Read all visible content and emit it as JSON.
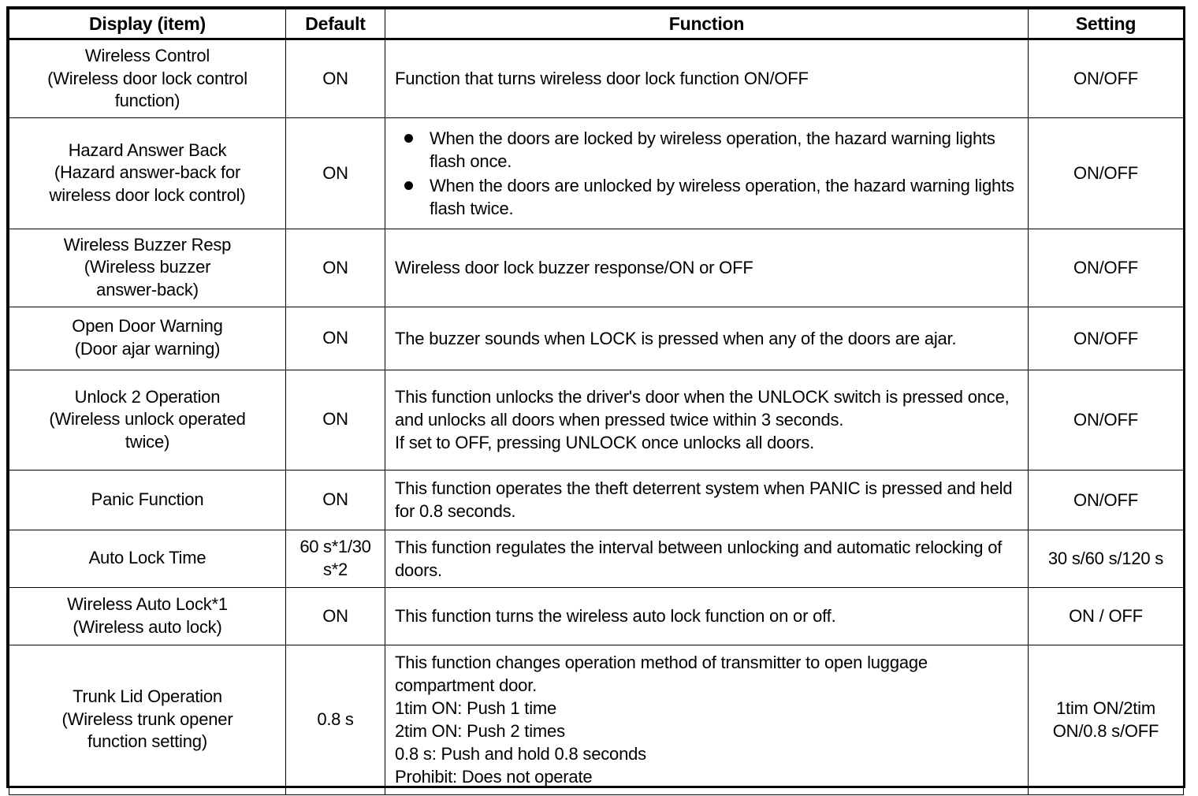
{
  "table": {
    "columns": [
      {
        "key": "display",
        "header": "Display (item)"
      },
      {
        "key": "default",
        "header": "Default"
      },
      {
        "key": "function",
        "header": "Function"
      },
      {
        "key": "setting",
        "header": "Setting"
      }
    ],
    "rows": [
      {
        "display_lines": [
          "Wireless Control",
          "(Wireless door lock control",
          "function)"
        ],
        "default_lines": [
          "ON"
        ],
        "function_lines": [
          "Function that turns wireless door lock function ON/OFF"
        ],
        "function_bullets": [],
        "setting_lines": [
          "ON/OFF"
        ]
      },
      {
        "display_lines": [
          "Hazard Answer Back",
          "(Hazard answer-back for",
          "wireless door lock control)"
        ],
        "default_lines": [
          "ON"
        ],
        "function_lines": [],
        "function_bullets": [
          "When the doors are locked by wireless operation, the hazard warning lights flash once.",
          "When the doors are unlocked by wireless operation, the hazard warning lights flash twice."
        ],
        "setting_lines": [
          "ON/OFF"
        ]
      },
      {
        "display_lines": [
          "Wireless Buzzer Resp",
          "(Wireless buzzer",
          "answer-back)"
        ],
        "default_lines": [
          "ON"
        ],
        "function_lines": [
          "Wireless door lock buzzer response/ON or OFF"
        ],
        "function_bullets": [],
        "setting_lines": [
          "ON/OFF"
        ]
      },
      {
        "display_lines": [
          "Open Door Warning",
          "(Door ajar warning)"
        ],
        "default_lines": [
          "ON"
        ],
        "function_lines": [
          "The buzzer sounds when LOCK is pressed when any of the doors are ajar."
        ],
        "function_bullets": [],
        "setting_lines": [
          "ON/OFF"
        ]
      },
      {
        "display_lines": [
          "Unlock 2 Operation",
          "(Wireless unlock operated",
          "twice)"
        ],
        "default_lines": [
          "ON"
        ],
        "function_lines": [
          "This function unlocks the driver's door when the UNLOCK switch is pressed once, and unlocks all doors when pressed twice within 3 seconds.",
          "If set to OFF, pressing UNLOCK once unlocks all doors."
        ],
        "function_bullets": [],
        "setting_lines": [
          "ON/OFF"
        ]
      },
      {
        "display_lines": [
          "Panic Function"
        ],
        "default_lines": [
          "ON"
        ],
        "function_lines": [
          "This function operates the theft deterrent system when PANIC is pressed and held for 0.8 seconds."
        ],
        "function_bullets": [],
        "setting_lines": [
          "ON/OFF"
        ]
      },
      {
        "display_lines": [
          "Auto Lock Time"
        ],
        "default_lines": [
          "60 s*1/30",
          "s*2"
        ],
        "function_lines": [
          "This function regulates the interval between unlocking and automatic relocking of doors."
        ],
        "function_bullets": [],
        "setting_lines": [
          "30 s/60 s/120 s"
        ]
      },
      {
        "display_lines": [
          "Wireless Auto Lock*1",
          "(Wireless auto lock)"
        ],
        "default_lines": [
          "ON"
        ],
        "function_lines": [
          "This function turns the wireless auto lock function on or off."
        ],
        "function_bullets": [],
        "setting_lines": [
          "ON / OFF"
        ]
      },
      {
        "display_lines": [
          "Trunk Lid Operation",
          "(Wireless trunk opener",
          "function setting)"
        ],
        "default_lines": [
          "0.8 s"
        ],
        "function_lines": [
          "This function changes operation method of transmitter to open luggage compartment door.",
          "1tim ON: Push 1 time",
          "2tim ON: Push 2 times",
          "0.8 s: Push and hold 0.8 seconds",
          "Prohibit: Does not operate"
        ],
        "function_bullets": [],
        "setting_lines": [
          "1tim ON/2tim",
          "ON/0.8 s/OFF"
        ]
      }
    ]
  },
  "colors": {
    "border": "#000000",
    "text": "#000000",
    "background": "#ffffff"
  }
}
